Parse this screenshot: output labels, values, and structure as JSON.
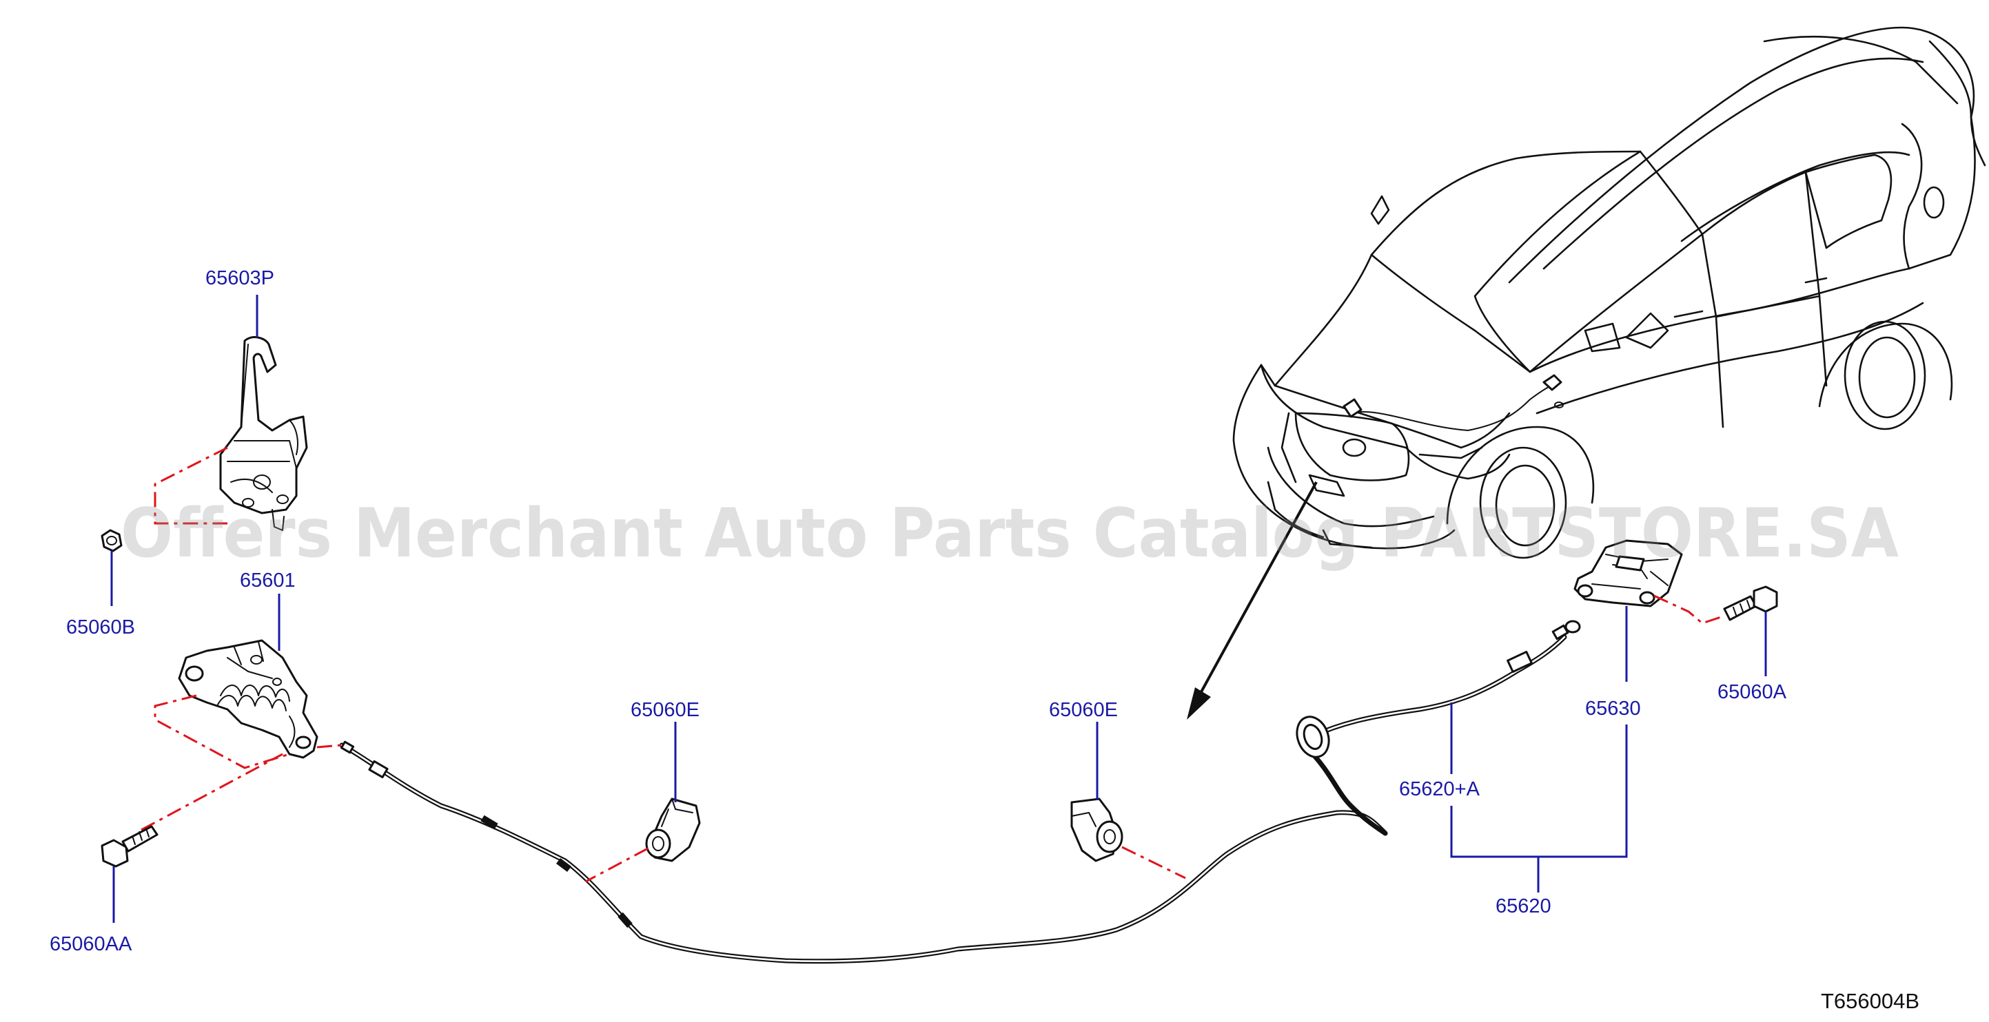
{
  "diagram": {
    "watermark": "Offers Merchant Auto Parts Catalog PARTSTORE.SA",
    "drawing_code": "T656004B",
    "labels": {
      "p65603P": "65603P",
      "p65060B": "65060B",
      "p65601": "65601",
      "p65060AA": "65060AA",
      "p65060E_left": "65060E",
      "p65060E_right": "65060E",
      "p65630": "65630",
      "p65060A": "65060A",
      "p65620A": "65620+A",
      "p65620": "65620"
    },
    "colors": {
      "label_text": "#1a1aa6",
      "leader_line": "#1a1aa6",
      "phantom_line": "#e0141b",
      "linework": "#111111"
    }
  }
}
